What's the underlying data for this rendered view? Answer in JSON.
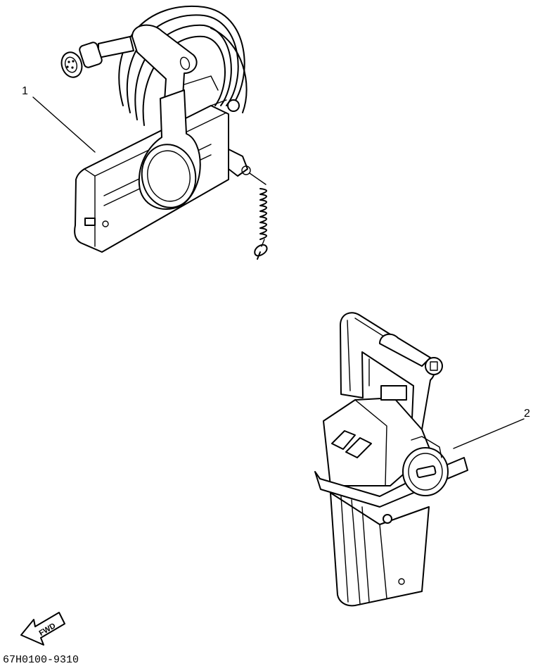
{
  "callouts": [
    {
      "number": "1"
    },
    {
      "number": "2"
    }
  ],
  "fwd_arrow": {
    "text": "FWD",
    "icon": "fwd-arrow-icon"
  },
  "drawing_code": "67H0100-9310"
}
